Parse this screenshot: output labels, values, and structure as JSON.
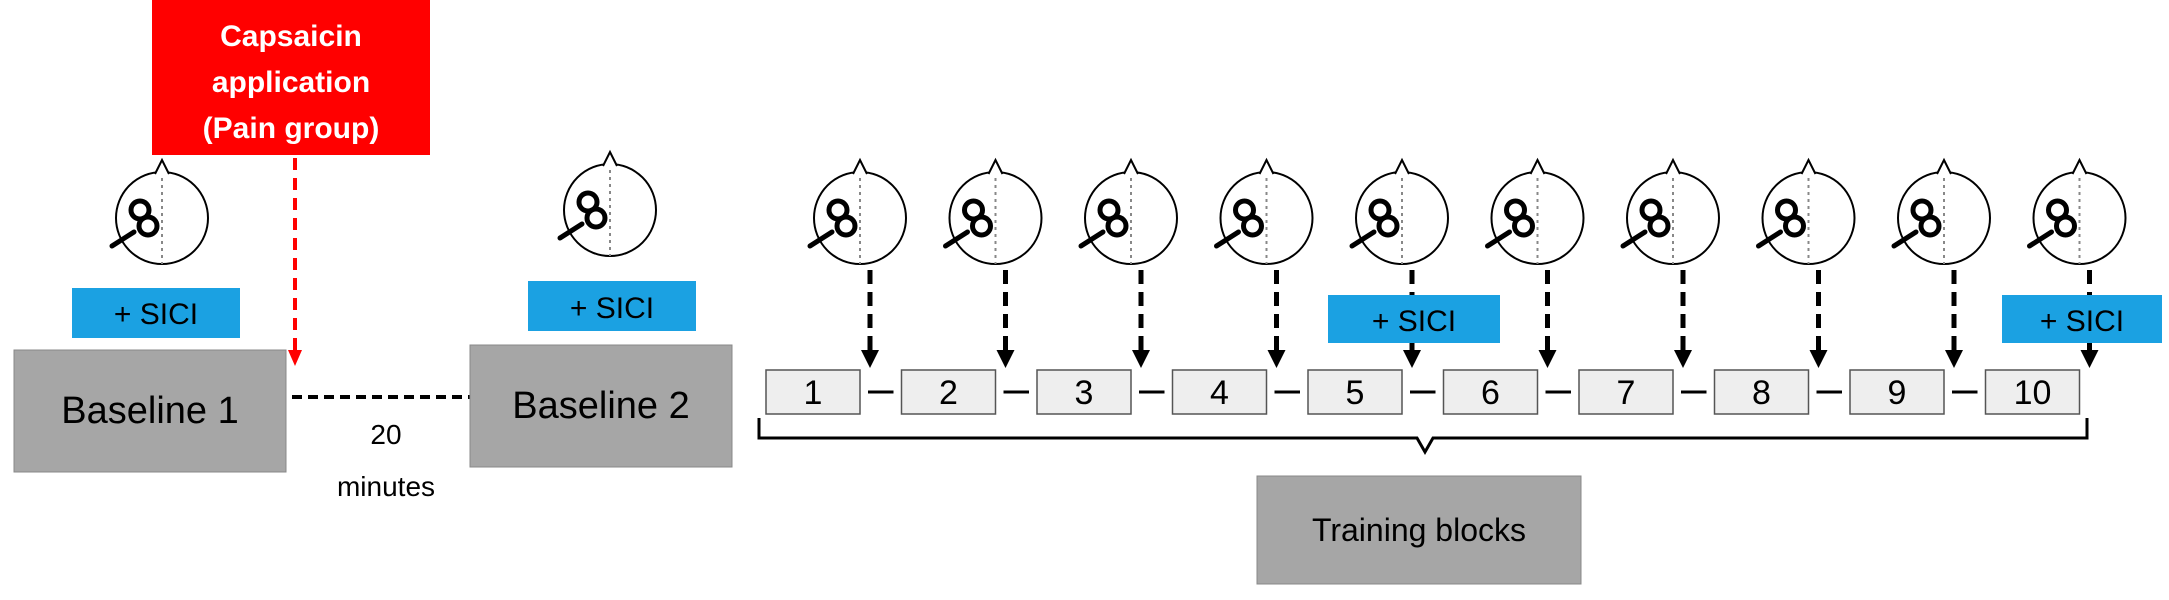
{
  "capsaicin": {
    "line1": "Capsaicin",
    "line2": "application",
    "line3": "(Pain group)",
    "color": "#ff0000"
  },
  "sici_label": "+ SICI",
  "sici_color": "#1ba1e2",
  "box_color": "#a6a6a6",
  "block_fill": "#eeeeee",
  "baseline1": "Baseline 1",
  "baseline2": "Baseline 2",
  "interval": {
    "line1": "20",
    "line2": "minutes"
  },
  "training_label": "Training blocks",
  "blocks": [
    "1",
    "2",
    "3",
    "4",
    "5",
    "6",
    "7",
    "8",
    "9",
    "10"
  ],
  "sici_blocks": [
    "5",
    "10"
  ],
  "head_icon": "head-with-tms-coil-icon"
}
